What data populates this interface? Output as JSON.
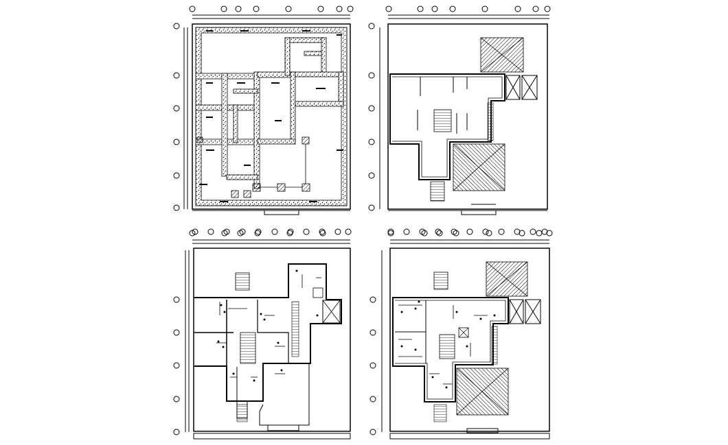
{
  "sheet": {
    "description_visible_text": "",
    "plans": [
      {
        "id": "foundation-plan",
        "kind": "foundation"
      },
      {
        "id": "roof-plan-upper",
        "kind": "roof"
      },
      {
        "id": "ground-floor-electrical-plan",
        "kind": "electrical"
      },
      {
        "id": "first-floor-electrical-plan",
        "kind": "electrical"
      }
    ],
    "colors": {
      "line": "#000000",
      "background": "#ffffff"
    }
  }
}
